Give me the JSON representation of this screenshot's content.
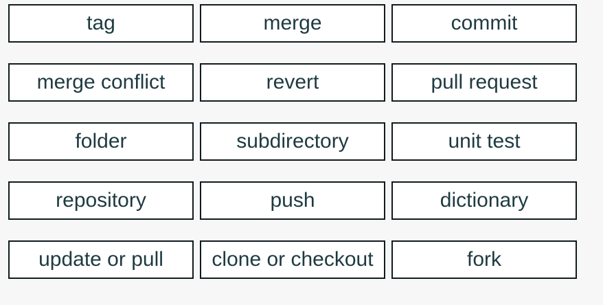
{
  "theme": {
    "page_background": "#f7f7f8",
    "card_background": "#ffffff",
    "card_border_color": "#101b1e",
    "card_text_color": "#1e3a41"
  },
  "grid": {
    "columns": 3,
    "rows": 5
  },
  "cards": [
    {
      "label": "tag"
    },
    {
      "label": "merge"
    },
    {
      "label": "commit"
    },
    {
      "label": "merge conflict"
    },
    {
      "label": "revert"
    },
    {
      "label": "pull request"
    },
    {
      "label": "folder"
    },
    {
      "label": "subdirectory"
    },
    {
      "label": "unit test"
    },
    {
      "label": "repository"
    },
    {
      "label": "push"
    },
    {
      "label": "dictionary"
    },
    {
      "label": "update or pull"
    },
    {
      "label": "clone or checkout"
    },
    {
      "label": "fork"
    }
  ]
}
